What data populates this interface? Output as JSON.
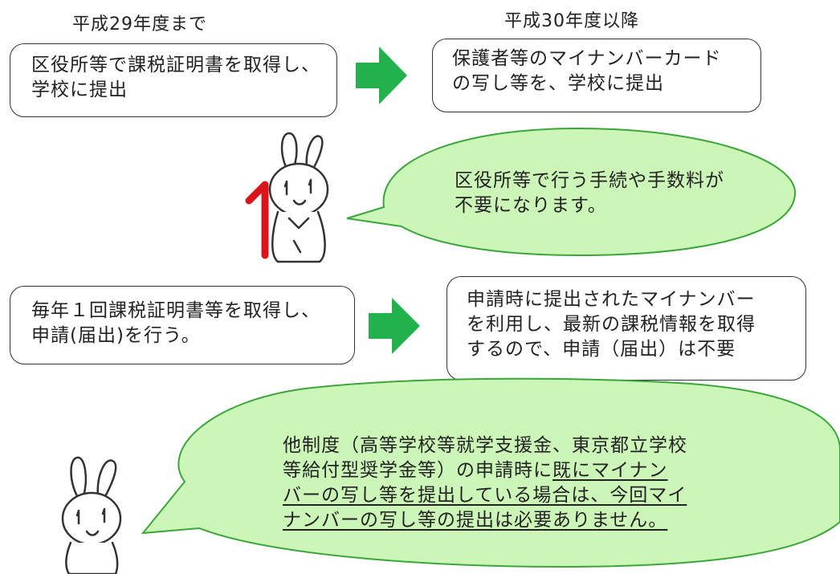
{
  "headers": {
    "before": "平成29年度まで",
    "after": "平成30年度以降"
  },
  "row1": {
    "before_lines": [
      "区役所等で課税証明書を取得し、",
      "学校に提出"
    ],
    "after_lines": [
      "保護者等のマイナンバーカード",
      "の写し等を、学校に提出"
    ]
  },
  "bubble1": {
    "lines": [
      "区役所等で行う手続や手数料が",
      "不要になります。"
    ]
  },
  "row2": {
    "before_lines": [
      "毎年１回課税証明書等を取得し、",
      "申請(届出)を行う。"
    ],
    "after_lines": [
      "申請時に提出されたマイナンバー",
      "を利用し、最新の課税情報を取得",
      "するので、申請（届出）は不要"
    ]
  },
  "bubble2": {
    "line1": "他制度（高等学校等就学支援金、東京都立学校",
    "line2_plain": "等給付型奨学金等）の申請時に",
    "line2_underlined": "既にマイナン",
    "line3": "バーの写し等を提出している場合は、今回マイ",
    "line4": "ナンバーの写し等の提出は必要ありません。"
  },
  "mascot_digit": "1",
  "colors": {
    "arrow_green": "#22b14c",
    "bubble_fill": "#ccf5b8",
    "bubble_stroke": "#3aa63a",
    "mascot_red": "#d9141b"
  },
  "icons": [
    "right-arrow-icon",
    "rabbit-mascot-icon"
  ]
}
